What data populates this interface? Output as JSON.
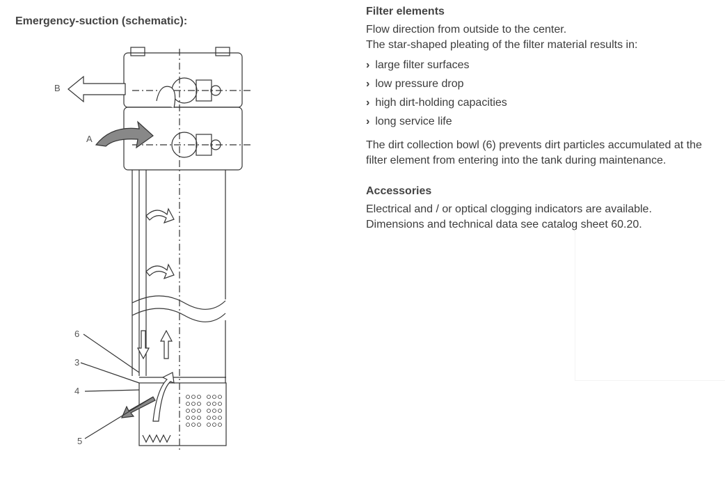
{
  "left": {
    "title": "Emergency-suction (schematic):",
    "labels": {
      "B": "B",
      "A": "A",
      "n6": "6",
      "n3": "3",
      "n4": "4",
      "n5": "5"
    }
  },
  "right": {
    "section1": {
      "title": "Filter elements",
      "line1": "Flow direction from outside to the center.",
      "line2": "The star-shaped pleating of the filter material results in:",
      "bullets": [
        "large filter surfaces",
        "low pressure drop",
        "high dirt-holding capacities",
        "long service life"
      ],
      "bullet_glyph": "›",
      "para": "The dirt collection bowl (6) prevents dirt particles accumulated at the filter element from entering into the tank during maintenance."
    },
    "section2": {
      "title": "Accessories",
      "line1": "Electrical and / or optical clogging indicators are available.",
      "line2": "Dimensions and technical data see catalog sheet 60.20."
    }
  }
}
